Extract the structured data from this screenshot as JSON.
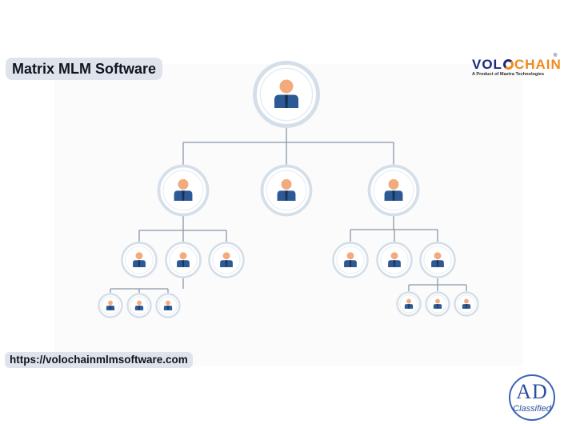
{
  "title": "Matrix MLM Software",
  "url": "https://volochainmlmsoftware.com",
  "logo": {
    "word_prefix": "VOL",
    "word_suffix": "CHAIN",
    "registered": "®",
    "tagline": "A Product of Maxtra Technologies"
  },
  "ad_badge": {
    "letters": "AD",
    "text": "Classified"
  },
  "tree": {
    "root": "user-icon",
    "levels": [
      {
        "level": 1,
        "nodes": 1
      },
      {
        "level": 2,
        "nodes": 3
      },
      {
        "level": 3,
        "nodes": 6
      },
      {
        "level": 4,
        "nodes": 6
      }
    ]
  },
  "colors": {
    "ring": "#d5dfe9",
    "connector": "#8a98a8",
    "head": "#f3aa7d",
    "body": "#2d5a94",
    "tie": "#16325a",
    "logo_navy": "#1c2a7a",
    "logo_orange": "#f08a1c",
    "badge_blue": "#3a64b8"
  }
}
